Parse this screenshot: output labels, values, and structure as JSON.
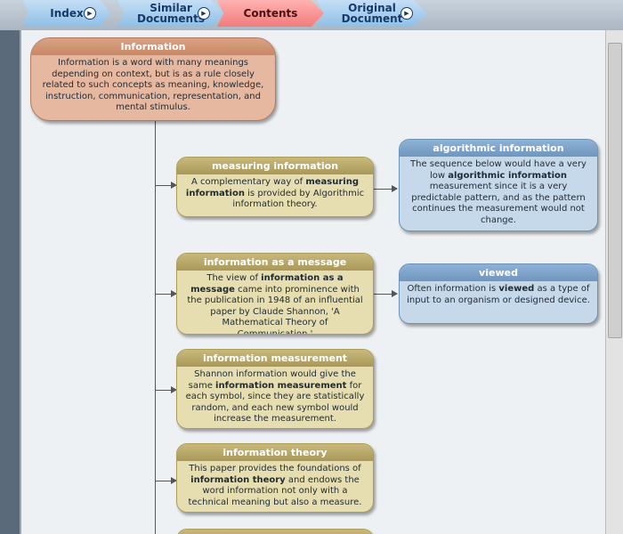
{
  "tabs": [
    {
      "label": "Index",
      "active": false
    },
    {
      "label": "Similar\nDocuments",
      "active": false
    },
    {
      "label": "Contents",
      "active": true
    },
    {
      "label": "Original\nDocument",
      "active": false
    }
  ],
  "root": {
    "title": "Information",
    "body": "Information is a word with many meanings depending on context, but is as a rule closely related to such concepts as meaning, knowledge, instruction, communication, representation, and mental stimulus."
  },
  "nodes": [
    {
      "title": "measuring information",
      "body_parts": [
        "A complementary way of ",
        "measuring information",
        " is provided by Algorithmic information theory."
      ]
    },
    {
      "title": "information as a message",
      "body_parts": [
        "The view of ",
        "information as a message",
        " came into prominence with the publication in 1948 of an influential paper by Claude Shannon, 'A Mathematical Theory of Communication.'"
      ]
    },
    {
      "title": "information measurement",
      "body_parts": [
        "Shannon information would give the same ",
        "information measurement",
        " for each symbol, since they are statistically random, and each new symbol would increase the measurement."
      ]
    },
    {
      "title": "information theory",
      "body_parts": [
        "This paper provides the foundations of ",
        "information theory",
        " and endows the word information not only with a technical meaning but also a measure."
      ]
    }
  ],
  "side_nodes": [
    {
      "title": "algorithmic information",
      "body_parts": [
        "The sequence below would have a very low ",
        "algorithmic information",
        " measurement since it is a very predictable pattern, and as the pattern continues the measurement would not change."
      ]
    },
    {
      "title": "viewed",
      "body_parts": [
        "Often information is ",
        "viewed",
        " as a type of input to an organism or designed device."
      ]
    }
  ],
  "colors": {
    "root": "#e7b8a0",
    "gold": "#e6ddb0",
    "blue": "#c6d9ea",
    "active_tab": "#f27b7b"
  }
}
